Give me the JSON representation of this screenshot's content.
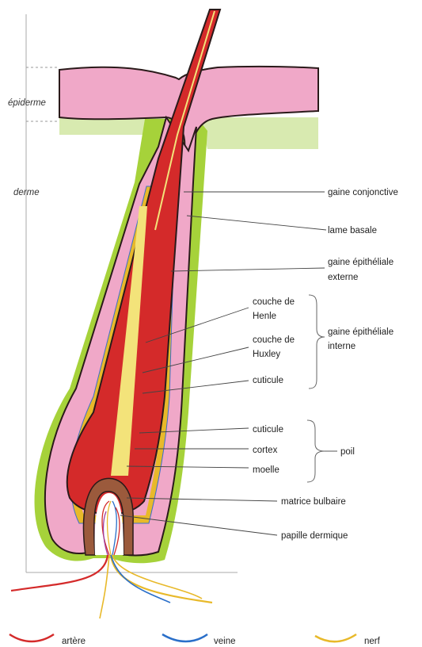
{
  "zones": {
    "epiderme": "épiderme",
    "derme": "derme"
  },
  "labels": {
    "gaine_conjonctive": "gaine conjonctive",
    "lame_basale": "lame basale",
    "gaine_epitheliale_externe_1": "gaine épithéliale",
    "gaine_epitheliale_externe_2": "externe",
    "couche_henle_1": "couche de",
    "couche_henle_2": "Henle",
    "couche_huxley_1": "couche de",
    "couche_huxley_2": "Huxley",
    "cuticule_gaine": "cuticule",
    "gaine_epitheliale_interne_1": "gaine épithéliale",
    "gaine_epitheliale_interne_2": "interne",
    "cuticule_poil": "cuticule",
    "cortex": "cortex",
    "moelle": "moelle",
    "poil": "poil",
    "matrice_bulbaire": "matrice bulbaire",
    "papille_dermique": "papille dermique"
  },
  "legend": [
    {
      "label": "artère",
      "color": "#d42a2a"
    },
    {
      "label": "veine",
      "color": "#2a6fc9"
    },
    {
      "label": "nerf",
      "color": "#e8b92a"
    }
  ],
  "colors": {
    "epidermis": "#f0a8c8",
    "dermis_band": "#d8eab0",
    "connective_sheath": "#a6d23a",
    "outer_sheath": "#f0a8c8",
    "hair_cortex": "#d42a2a",
    "medulla": "#f3e37a",
    "inner_sheath": "#e8b92a",
    "matrix": "#9b5a3c"
  }
}
